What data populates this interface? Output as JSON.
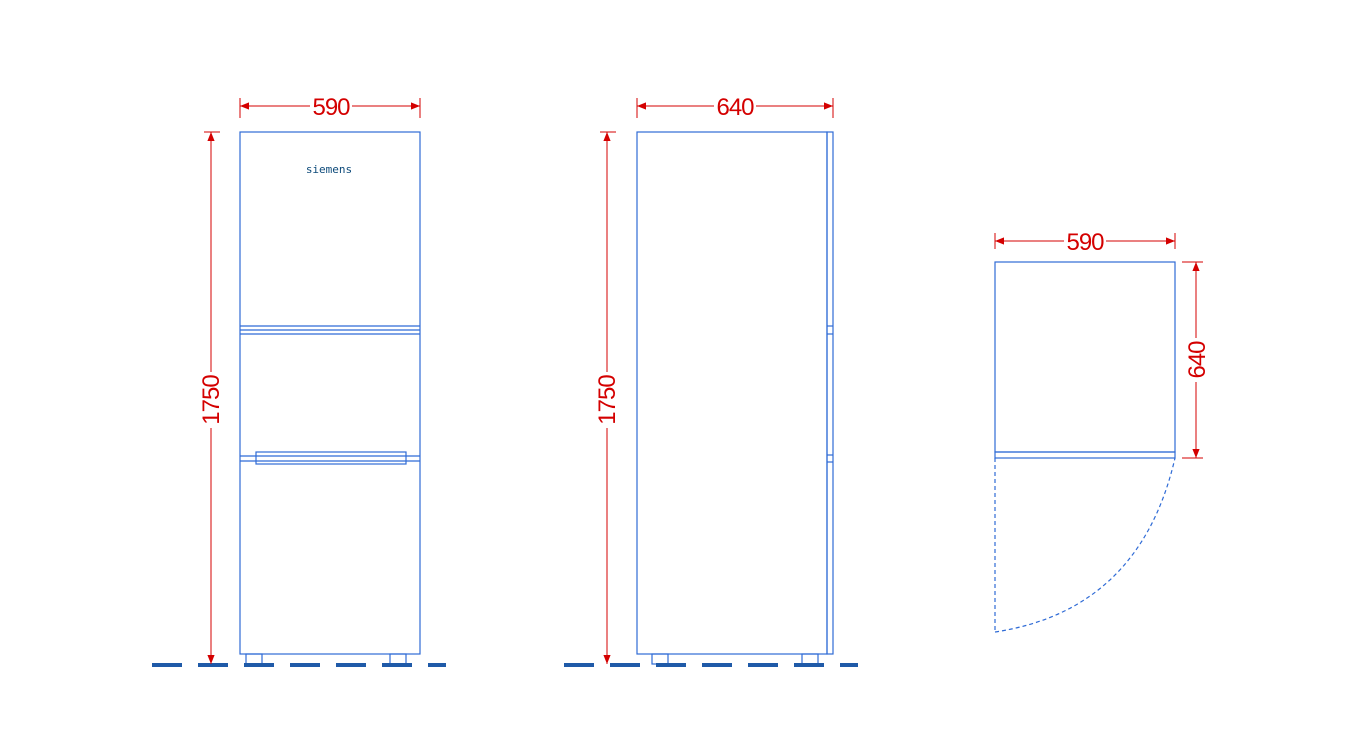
{
  "colors": {
    "outline": "#2f6bd6",
    "dimension": "#d40000",
    "floor": "#1f5aa8",
    "brand": "#0d4a7a",
    "background": "#ffffff"
  },
  "front_view": {
    "brand": "siemens",
    "width_label": "590",
    "height_label": "1750"
  },
  "side_view": {
    "width_label": "640",
    "height_label": "1750"
  },
  "top_view": {
    "width_label": "590",
    "depth_label": "640"
  }
}
